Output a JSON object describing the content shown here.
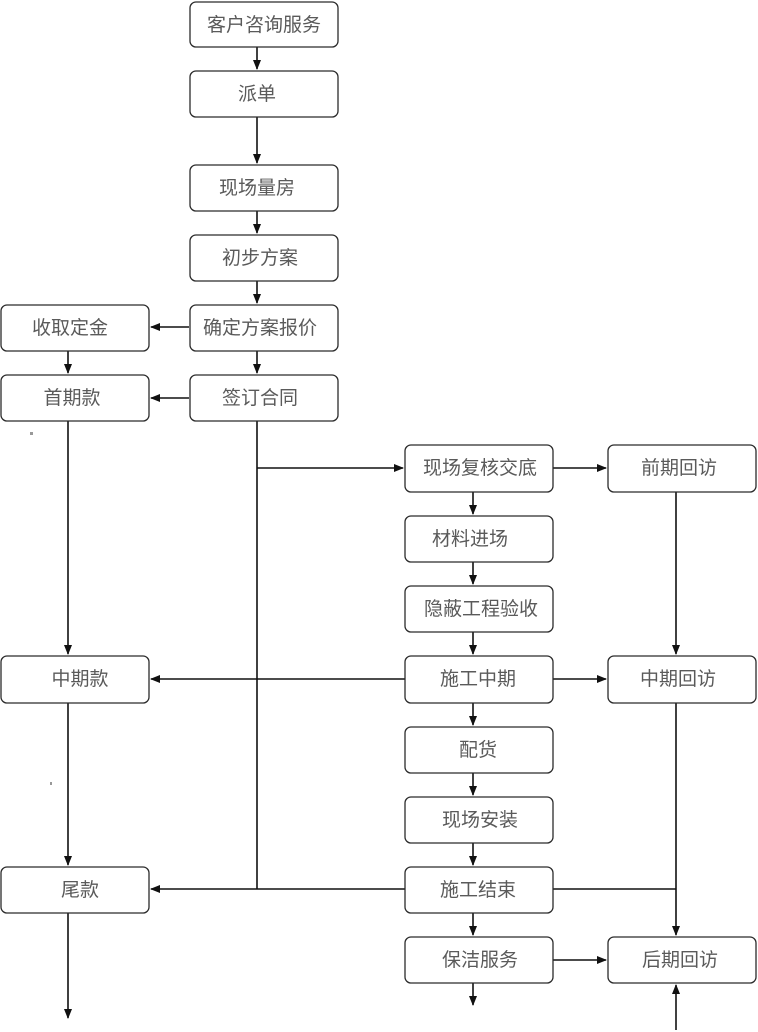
{
  "nodes": {
    "consult": "客户咨询服务",
    "dispatch": "派单",
    "measure": "现场量房",
    "prelim_plan": "初步方案",
    "confirm_quote": "确定方案报价",
    "deposit": "收取定金",
    "sign_contract": "签订合同",
    "first_payment": "首期款",
    "site_review": "现场复核交底",
    "early_visit": "前期回访",
    "materials_in": "材料进场",
    "hidden_inspection": "隐蔽工程验收",
    "mid_payment": "中期款",
    "mid_construction": "施工中期",
    "mid_visit": "中期回访",
    "delivery": "配货",
    "onsite_install": "现场安装",
    "final_payment": "尾款",
    "construction_end": "施工结束",
    "cleaning": "保洁服务",
    "late_visit": "后期回访"
  }
}
